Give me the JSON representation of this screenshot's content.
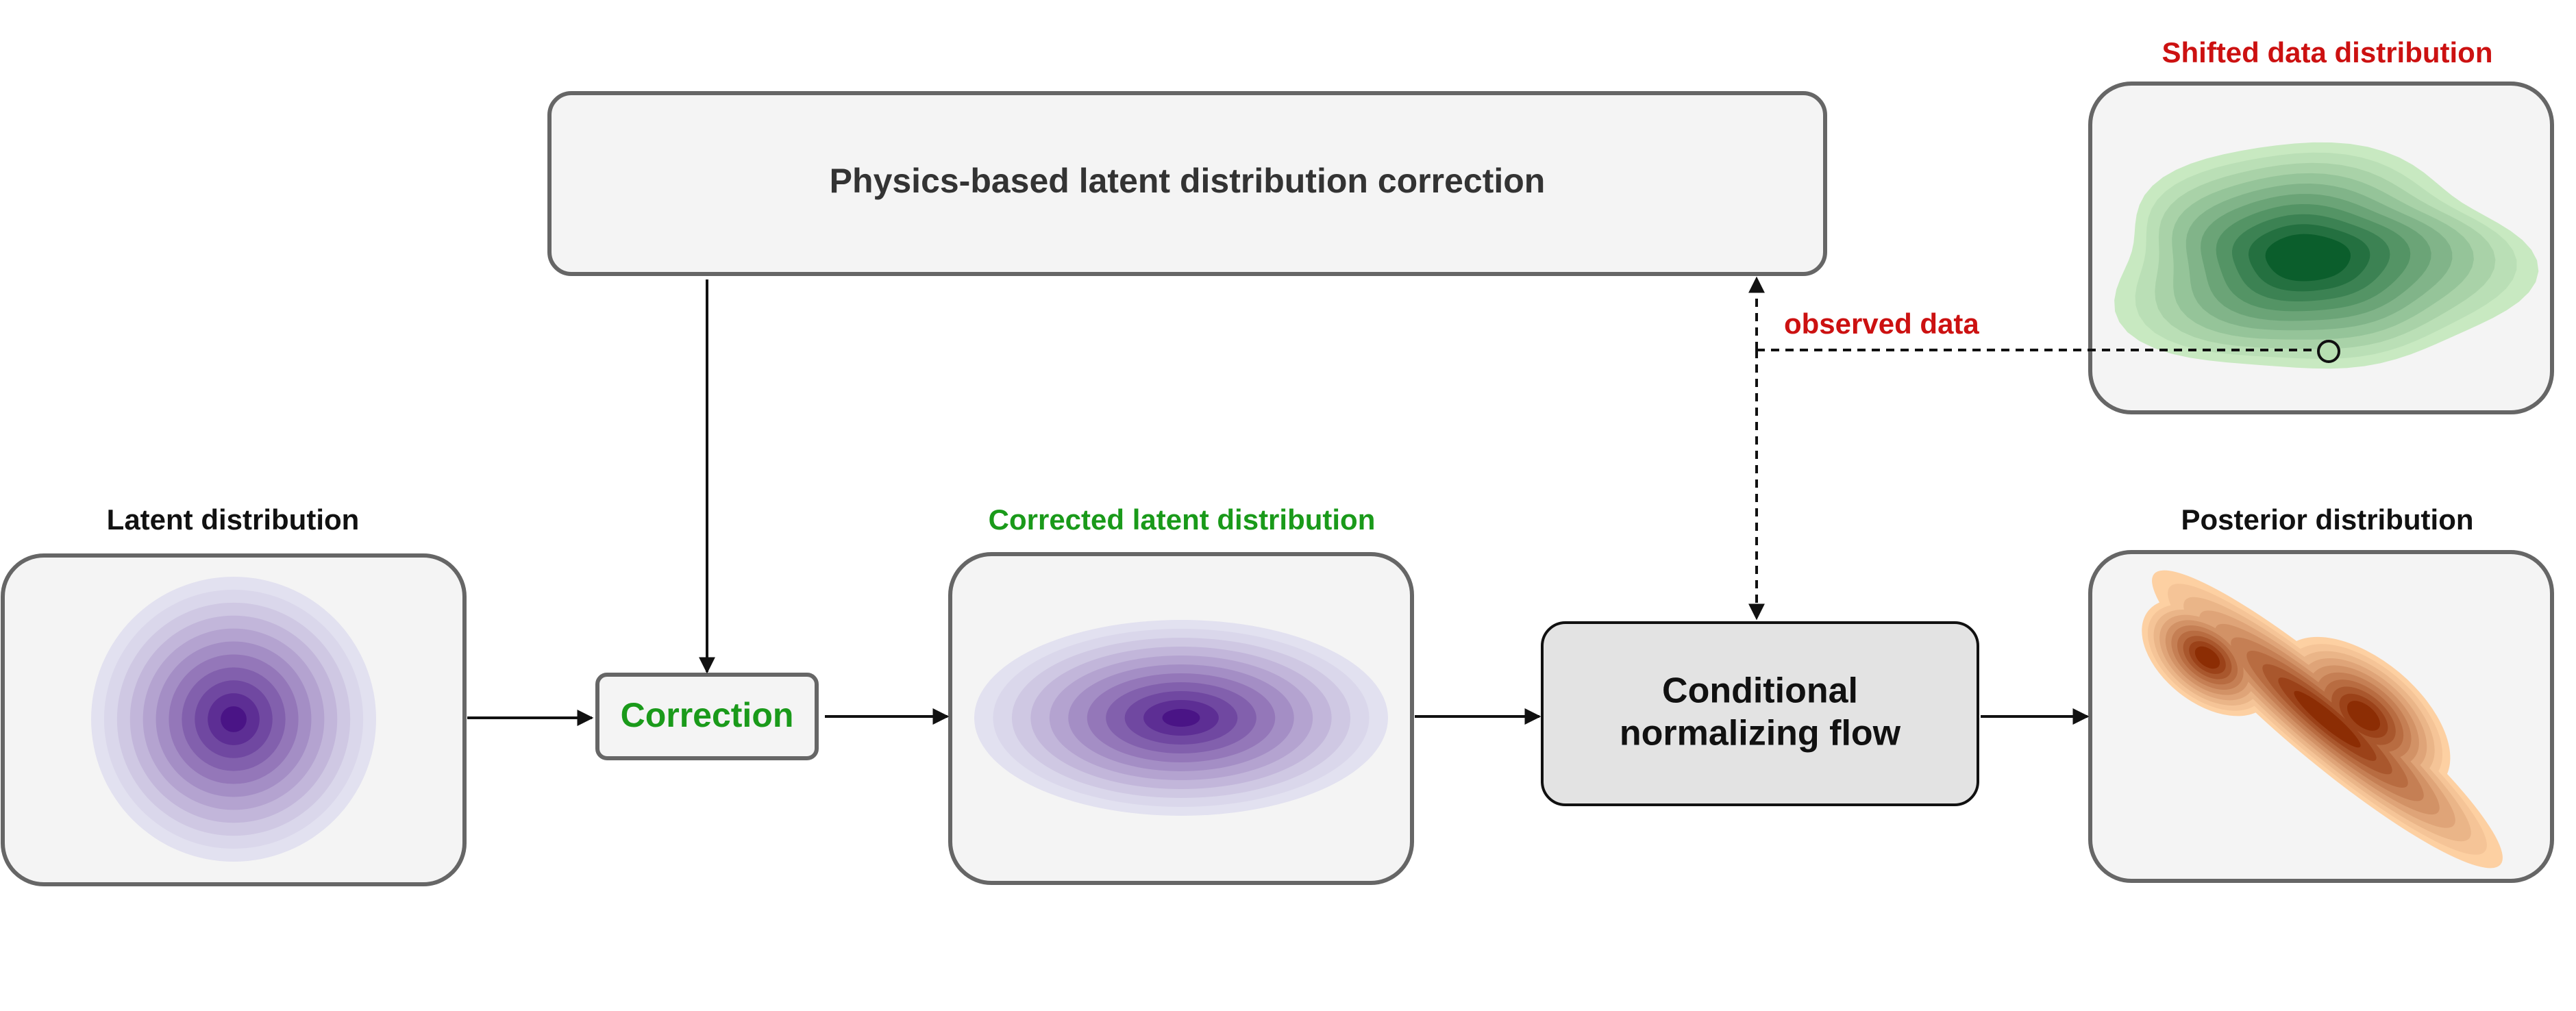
{
  "labels": {
    "physics_box": "Physics-based latent distribution correction",
    "latent": "Latent distribution",
    "correction": "Correction",
    "corrected_latent": "Corrected latent distribution",
    "flow_line1": "Conditional",
    "flow_line2": "normalizing flow",
    "posterior": "Posterior distribution",
    "shifted": "Shifted data distribution",
    "observed": "observed data"
  },
  "colors": {
    "box_fill": "#f4f4f4",
    "box_stroke": "#666666",
    "flow_fill": "#e3e3e3",
    "green_label": "#1a9a1a",
    "red_label": "#cc1111",
    "purple_light": "#e2e1f0",
    "purple_dark": "#4a1486",
    "green_light": "#c8e9c1",
    "green_dark": "#0b5e2c",
    "orange_light": "#fdd0a2",
    "orange_dark": "#8c2d04"
  }
}
